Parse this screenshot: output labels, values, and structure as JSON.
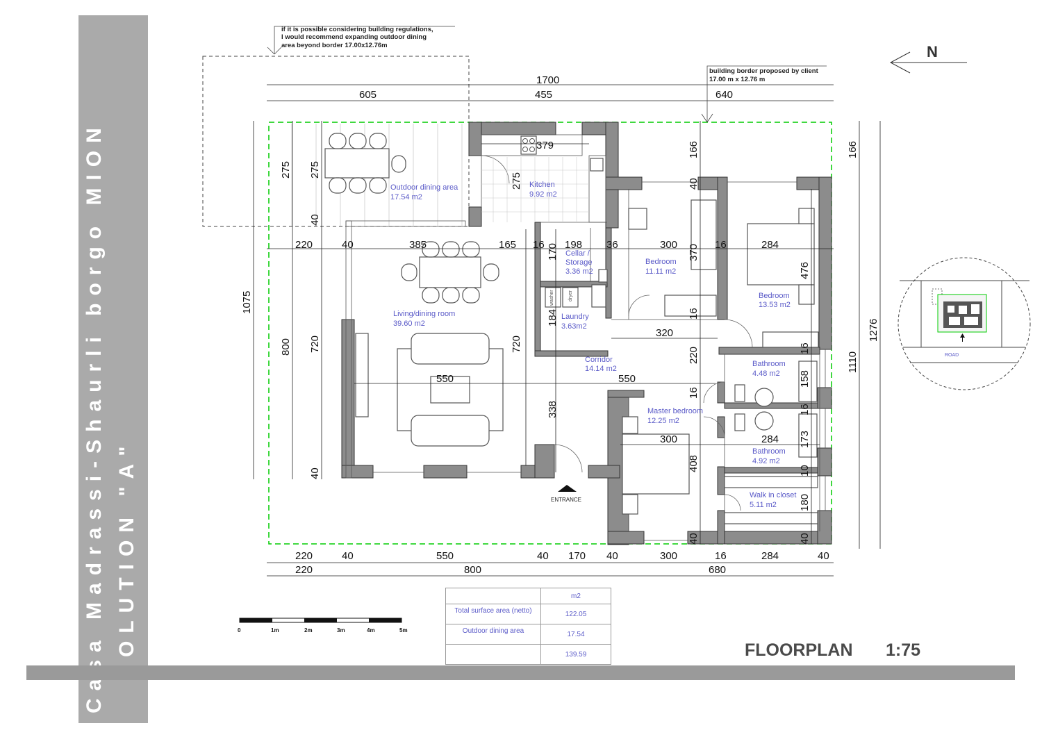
{
  "project": {
    "title": "Casa Madrassi-Shaurli borgo MION",
    "solution": "SOLUTION \"A\""
  },
  "plan": {
    "title": "FLOORPLAN",
    "scale": "1:75"
  },
  "north_label": "N",
  "notes": {
    "outdoor_lines": [
      "if it is possible considering building regulations,",
      "I would recommend expanding outdoor dining",
      "area beyond border 17.00x12.76m"
    ],
    "border_lines": [
      "building border proposed by client",
      "17.00 m x 12.76 m"
    ]
  },
  "rooms": {
    "outdoor": {
      "name": "Outdoor dining  area",
      "area": "17.54 m2"
    },
    "kitchen": {
      "name": "Kitchen",
      "area": "9.92 m2"
    },
    "cellar": {
      "name": "Cellar /",
      "name2": "Storage",
      "area": "3.36 m2"
    },
    "bedroom1": {
      "name": "Bedroom",
      "area": "11.11 m2"
    },
    "bedroom2": {
      "name": "Bedroom",
      "area": "13.53 m2"
    },
    "living": {
      "name": "Living/dining room",
      "area": "39.60 m2"
    },
    "laundry": {
      "name": "Laundry",
      "area": "3.63m2"
    },
    "corridor": {
      "name": "Corridor",
      "area": "14.14 m2"
    },
    "bath1": {
      "name": "Bathroom",
      "area": "4.48 m2"
    },
    "master": {
      "name": "Master bedroom",
      "area": "12.25 m2"
    },
    "bath2": {
      "name": "Bathroom",
      "area": "4.92 m2"
    },
    "walkin": {
      "name": "Walk in closet",
      "area": "5.11 m2"
    }
  },
  "appliances": {
    "washer": "washer",
    "dryer": "dryer"
  },
  "entrance": "ENTRANCE",
  "dims": {
    "top_total": "1700",
    "top_a": "605",
    "top_b": "455",
    "top_c": "640",
    "bot1": [
      "220",
      "40",
      "550",
      "40",
      "170",
      "40",
      "300",
      "16",
      "284",
      "40"
    ],
    "bot2": [
      "220",
      "800",
      "680"
    ],
    "left_total": "1075",
    "left_800": "800",
    "left_275": "275",
    "left_40a": "40",
    "left_40b": "40",
    "right_166": "166",
    "right_1110": "1110",
    "right_1276": "1276",
    "h_row": [
      "220",
      "40",
      "385",
      "165",
      "16",
      "198",
      "36",
      "300",
      "16",
      "284"
    ],
    "kitchen_w": "379",
    "kitchen_h": "275",
    "outdoor_h": "275",
    "living_h1": "720",
    "living_h2": "720",
    "living_w": "550",
    "corridor_w": "550",
    "corr_320": "320",
    "v166": "166",
    "v40": "40",
    "v370": "370",
    "v476": "476",
    "v170": "170",
    "v184": "184",
    "v16a": "16",
    "v220": "220",
    "v16b": "16",
    "v158": "158",
    "v16c": "16",
    "v338": "338",
    "v16d": "16",
    "master_w": "300",
    "bath2_w": "284",
    "v408": "408",
    "v173": "173",
    "v10": "10",
    "v180": "180",
    "v40b": "40",
    "v40c": "40"
  },
  "scale_bar": [
    "0",
    "1m",
    "2m",
    "3m",
    "4m",
    "5m"
  ],
  "keyplan": {
    "road": "ROAD"
  },
  "area_table": {
    "header": "m2",
    "rows": [
      {
        "label": "Total surface area (netto)",
        "value": "122.05"
      },
      {
        "label": "Outdoor dining area",
        "value": "17.54"
      },
      {
        "label": "",
        "value": "139.59"
      }
    ]
  },
  "colors": {
    "wall": "#8c8c8c",
    "border": "#00cc00",
    "side_band": "#aaaaaa",
    "room_text": "#5a5ac8"
  }
}
